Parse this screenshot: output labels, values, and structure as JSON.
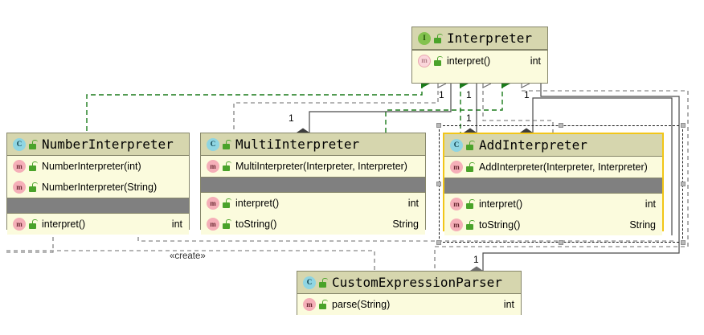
{
  "diagram": {
    "kind": "uml-class-diagram",
    "colors": {
      "class_header": "#d6d6ae",
      "class_body": "#fbfbdd",
      "class_border": "#86866a",
      "selection_border": "#f2c618",
      "separator_bar": "#808080",
      "realization_line": "#1a7a1a",
      "dependency_line": "#6b6b6b",
      "composition_line": "#4a4a4a",
      "interface_badge": "#83c24e",
      "class_badge": "#8fd5e2",
      "method_badge": "#f5afb8"
    },
    "classes": [
      {
        "id": "interpreter",
        "name": "Interpreter",
        "kind_icon": "interface-icon",
        "kind_letter": "I",
        "visibility_icon": "unlocked-padlock-icon",
        "selected": false,
        "sections": [
          {
            "separator": false,
            "members": [
              {
                "name": "interpret()",
                "type": "int",
                "icon": "method-abstract-icon",
                "icon_letter": "m",
                "visibility_icon": "unlocked-padlock-icon"
              }
            ]
          }
        ]
      },
      {
        "id": "number-interpreter",
        "name": "NumberInterpreter",
        "kind_icon": "class-icon",
        "kind_letter": "C",
        "visibility_icon": "unlocked-padlock-icon",
        "selected": false,
        "sections": [
          {
            "separator": false,
            "members": [
              {
                "name": "NumberInterpreter(int)",
                "type": "",
                "icon": "method-icon",
                "icon_letter": "m",
                "visibility_icon": "unlocked-padlock-icon"
              },
              {
                "name": "NumberInterpreter(String)",
                "type": "",
                "icon": "method-icon",
                "icon_letter": "m",
                "visibility_icon": "unlocked-padlock-icon"
              }
            ]
          },
          {
            "separator": true,
            "members": [
              {
                "name": "interpret()",
                "type": "int",
                "icon": "method-icon",
                "icon_letter": "m",
                "visibility_icon": "unlocked-padlock-icon"
              }
            ]
          }
        ]
      },
      {
        "id": "multi-interpreter",
        "name": "MultiInterpreter",
        "kind_icon": "class-icon",
        "kind_letter": "C",
        "visibility_icon": "unlocked-padlock-icon",
        "selected": false,
        "sections": [
          {
            "separator": false,
            "members": [
              {
                "name": "MultiInterpreter(Interpreter, Interpreter)",
                "type": "",
                "icon": "method-icon",
                "icon_letter": "m",
                "visibility_icon": "unlocked-padlock-icon"
              }
            ]
          },
          {
            "separator": true,
            "members": [
              {
                "name": "interpret()",
                "type": "int",
                "icon": "method-icon",
                "icon_letter": "m",
                "visibility_icon": "unlocked-padlock-icon"
              },
              {
                "name": "toString()",
                "type": "String",
                "icon": "method-icon",
                "icon_letter": "m",
                "visibility_icon": "unlocked-padlock-icon"
              }
            ]
          }
        ]
      },
      {
        "id": "add-interpreter",
        "name": "AddInterpreter",
        "kind_icon": "class-icon",
        "kind_letter": "C",
        "visibility_icon": "unlocked-padlock-icon",
        "selected": true,
        "sections": [
          {
            "separator": false,
            "members": [
              {
                "name": "AddInterpreter(Interpreter, Interpreter)",
                "type": "",
                "icon": "method-icon",
                "icon_letter": "m",
                "visibility_icon": "unlocked-padlock-icon"
              }
            ]
          },
          {
            "separator": true,
            "members": [
              {
                "name": "interpret()",
                "type": "int",
                "icon": "method-icon",
                "icon_letter": "m",
                "visibility_icon": "unlocked-padlock-icon"
              },
              {
                "name": "toString()",
                "type": "String",
                "icon": "method-icon",
                "icon_letter": "m",
                "visibility_icon": "unlocked-padlock-icon"
              }
            ]
          }
        ]
      },
      {
        "id": "custom-expression-parser",
        "name": "CustomExpressionParser",
        "kind_icon": "class-icon",
        "kind_letter": "C",
        "visibility_icon": "unlocked-padlock-icon",
        "selected": false,
        "sections": [
          {
            "separator": false,
            "members": [
              {
                "name": "parse(String)",
                "type": "int",
                "icon": "method-icon",
                "icon_letter": "m",
                "visibility_icon": "unlocked-padlock-icon"
              }
            ]
          }
        ]
      }
    ],
    "multiplicities": [
      {
        "id": "m1",
        "label": "1"
      },
      {
        "id": "m2",
        "label": "1"
      },
      {
        "id": "m3",
        "label": "1"
      },
      {
        "id": "m4",
        "label": "1"
      },
      {
        "id": "m5",
        "label": "1"
      },
      {
        "id": "m6",
        "label": "1"
      },
      {
        "id": "m7",
        "label": "1"
      }
    ],
    "stereotypes": [
      {
        "id": "create",
        "label": "«create»"
      }
    ]
  }
}
